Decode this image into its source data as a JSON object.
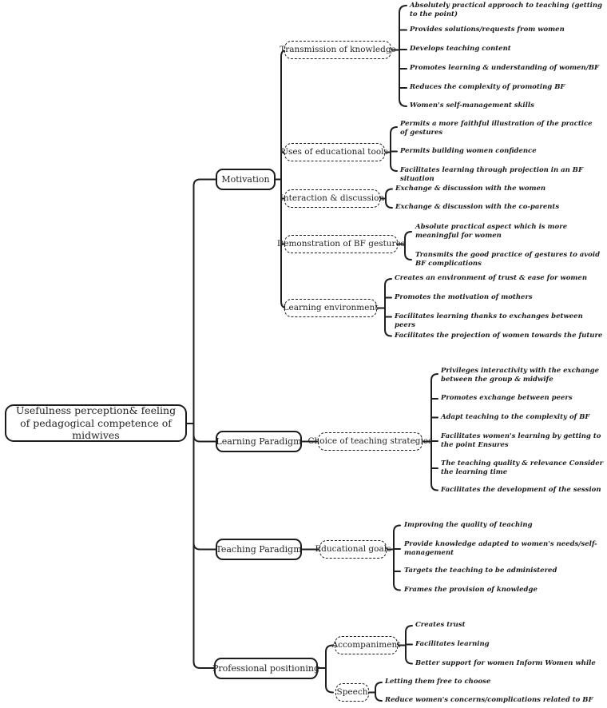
{
  "root": {
    "label": "Usefulness perception& feeling of pedagogical competence of midwives"
  },
  "branches": [
    {
      "label": "Motivation",
      "children": [
        {
          "label": "Transmission of knowledge",
          "leaves": [
            "Absolutely practical approach to teaching (getting to the point)",
            "Provides solutions/requests from women",
            "Develops teaching content",
            "Promotes learning & understanding of women/BF",
            "Reduces the complexity of promoting BF",
            "Women's self-management skills"
          ]
        },
        {
          "label": "Uses of educational tools",
          "leaves": [
            "Permits a more faithful illustration of the practice of gestures",
            "Permits building women confidence",
            "Facilitates learning through projection in an BF situation"
          ]
        },
        {
          "label": "Interaction & discussion",
          "leaves": [
            "Exchange & discussion with the women",
            "Exchange & discussion with the co-parents"
          ]
        },
        {
          "label": "Demonstration of BF gestures",
          "leaves": [
            "Absolute practical aspect which is more meaningful for women",
            "Transmits the good practice of gestures to avoid BF complications"
          ]
        },
        {
          "label": "Learning environment",
          "leaves": [
            "Creates an environment of trust & ease for women",
            "Promotes the motivation of mothers",
            "Facilitates learning thanks to exchanges between peers",
            "Facilitates the projection of women towards the future"
          ]
        }
      ]
    },
    {
      "label": "Learning Paradigm",
      "children": [
        {
          "label": "Choice of teaching strategies",
          "leaves": [
            "Privileges interactivity with the exchange between the group & midwife",
            "Promotes exchange between peers",
            "Adapt teaching to the complexity of BF",
            "Facilitates women's learning by getting to the point Ensures",
            "The teaching quality & relevance Consider the learning time",
            "Facilitates the development of the session"
          ]
        }
      ]
    },
    {
      "label": "Teaching Paradigm",
      "children": [
        {
          "label": "Educational goals",
          "leaves": [
            "Improving the quality of teaching",
            "Provide knowledge adapted to women's needs/self-management",
            "Targets the teaching to be administered",
            "Frames the provision of knowledge"
          ]
        }
      ]
    },
    {
      "label": "Professional positioning",
      "children": [
        {
          "label": "Accompaniment",
          "leaves": [
            "Creates trust",
            "Facilitates learning",
            "Better support for women Inform Women while"
          ]
        },
        {
          "label": "Speech",
          "leaves": [
            "Letting them free to choose",
            "Reduce women's concerns/complications related to BF"
          ]
        }
      ]
    }
  ],
  "line_color": "#1f1f1f",
  "background_color": "#ffffff"
}
